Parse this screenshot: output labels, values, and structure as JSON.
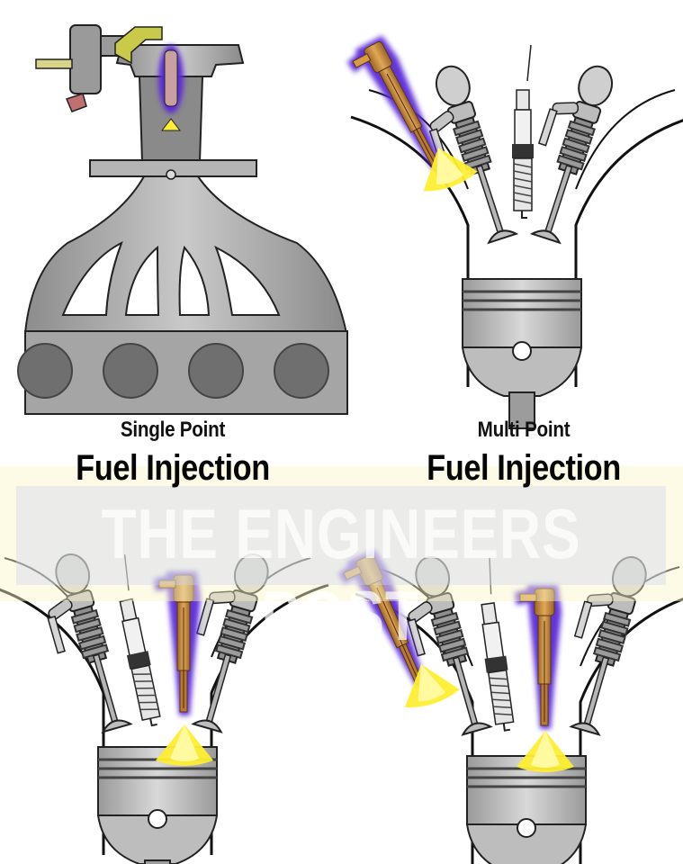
{
  "panels": [
    {
      "caption_line1": "Single Point",
      "caption_line2": "Fuel Injection"
    },
    {
      "caption_line1": "Multi Point",
      "caption_line2": "Fuel Injection"
    }
  ],
  "watermark": "THE ENGINEERS POST",
  "colors": {
    "metal": "#a8a8a8",
    "metal_dark": "#7a7a7a",
    "injector_glow": "#5b2bd8",
    "injector_body": "#c88a3a",
    "spray": "#ffee33",
    "outline": "#1a1a1a"
  }
}
